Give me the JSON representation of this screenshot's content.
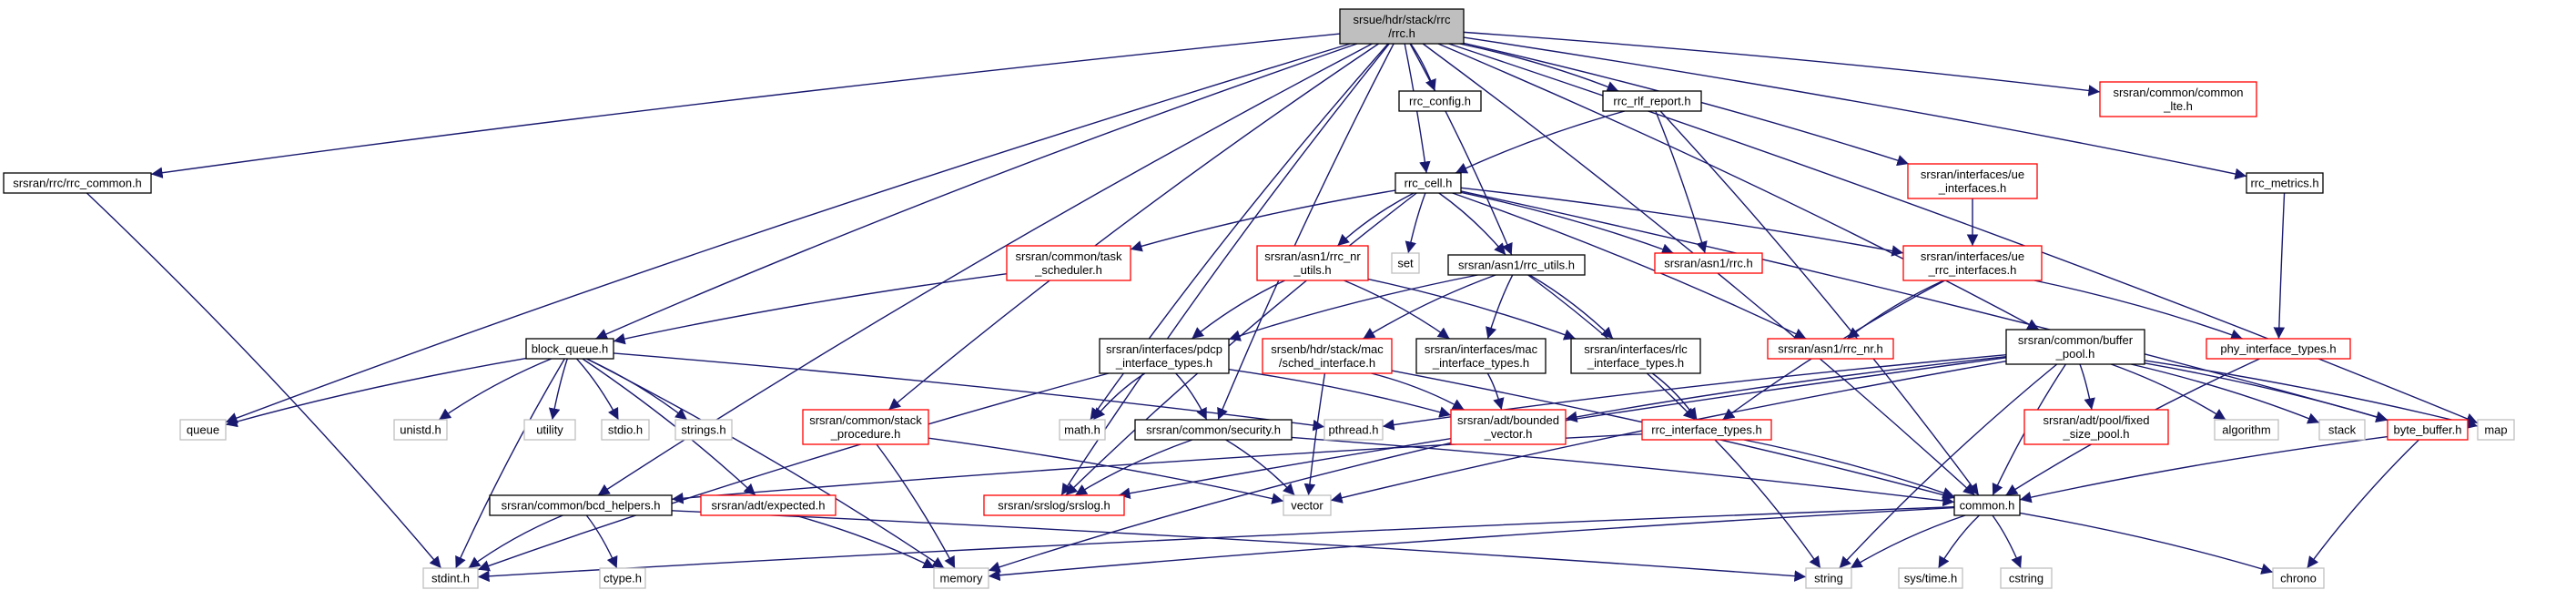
{
  "colors": {
    "edge": "#191970",
    "node_border_default": "#000000",
    "node_border_red": "#ff0000",
    "node_border_system": "#bfbfbf",
    "root_fill": "#bfbfbf",
    "node_fill": "#ffffff"
  },
  "nodes": {
    "root": {
      "label": [
        "srsue/hdr/stack/rrc",
        "/rrc.h"
      ],
      "style": "root"
    },
    "rrc_common": {
      "label": [
        "srsran/rrc/rrc_common.h"
      ],
      "style": "default"
    },
    "rrc_config": {
      "label": [
        "rrc_config.h"
      ],
      "style": "default"
    },
    "rrc_rlf_report": {
      "label": [
        "rrc_rlf_report.h"
      ],
      "style": "default"
    },
    "common_lte": {
      "label": [
        "srsran/common/common",
        "_lte.h"
      ],
      "style": "red"
    },
    "rrc_metrics": {
      "label": [
        "rrc_metrics.h"
      ],
      "style": "default"
    },
    "rrc_cell": {
      "label": [
        "rrc_cell.h"
      ],
      "style": "default"
    },
    "ue_interfaces": {
      "label": [
        "srsran/interfaces/ue",
        "_interfaces.h"
      ],
      "style": "red"
    },
    "task_scheduler": {
      "label": [
        "srsran/common/task",
        "_scheduler.h"
      ],
      "style": "red"
    },
    "rrc_nr_utils": {
      "label": [
        "srsran/asn1/rrc_nr",
        "_utils.h"
      ],
      "style": "red"
    },
    "set": {
      "label": [
        "set"
      ],
      "style": "system"
    },
    "rrc_utils": {
      "label": [
        "srsran/asn1/rrc_utils.h"
      ],
      "style": "default"
    },
    "asn1_rrc": {
      "label": [
        "srsran/asn1/rrc.h"
      ],
      "style": "red"
    },
    "ue_rrc_interfaces": {
      "label": [
        "srsran/interfaces/ue",
        "_rrc_interfaces.h"
      ],
      "style": "red"
    },
    "block_queue": {
      "label": [
        "block_queue.h"
      ],
      "style": "default"
    },
    "pdcp_interface_types": {
      "label": [
        "srsran/interfaces/pdcp",
        "_interface_types.h"
      ],
      "style": "default"
    },
    "sched_interface": {
      "label": [
        "srsenb/hdr/stack/mac",
        "/sched_interface.h"
      ],
      "style": "red"
    },
    "mac_interface_types": {
      "label": [
        "srsran/interfaces/mac",
        "_interface_types.h"
      ],
      "style": "default"
    },
    "rlc_interface_types": {
      "label": [
        "srsran/interfaces/rlc",
        "_interface_types.h"
      ],
      "style": "default"
    },
    "asn1_rrc_nr": {
      "label": [
        "srsran/asn1/rrc_nr.h"
      ],
      "style": "red"
    },
    "buffer_pool": {
      "label": [
        "srsran/common/buffer",
        "_pool.h"
      ],
      "style": "default"
    },
    "phy_interface_types": {
      "label": [
        "phy_interface_types.h"
      ],
      "style": "red"
    },
    "queue": {
      "label": [
        "queue"
      ],
      "style": "system"
    },
    "unistd": {
      "label": [
        "unistd.h"
      ],
      "style": "system"
    },
    "utility": {
      "label": [
        "utility"
      ],
      "style": "system"
    },
    "stdio": {
      "label": [
        "stdio.h"
      ],
      "style": "system"
    },
    "strings": {
      "label": [
        "strings.h"
      ],
      "style": "system"
    },
    "stack_procedure": {
      "label": [
        "srsran/common/stack",
        "_procedure.h"
      ],
      "style": "red"
    },
    "math": {
      "label": [
        "math.h"
      ],
      "style": "system"
    },
    "security": {
      "label": [
        "srsran/common/security.h"
      ],
      "style": "default"
    },
    "pthread": {
      "label": [
        "pthread.h"
      ],
      "style": "system"
    },
    "bounded_vector": {
      "label": [
        "srsran/adt/bounded",
        "_vector.h"
      ],
      "style": "red"
    },
    "rrc_interface_types": {
      "label": [
        "rrc_interface_types.h"
      ],
      "style": "red"
    },
    "fixed_size_pool": {
      "label": [
        "srsran/adt/pool/fixed",
        "_size_pool.h"
      ],
      "style": "red"
    },
    "algorithm": {
      "label": [
        "algorithm"
      ],
      "style": "system"
    },
    "stack": {
      "label": [
        "stack"
      ],
      "style": "system"
    },
    "byte_buffer": {
      "label": [
        "byte_buffer.h"
      ],
      "style": "red"
    },
    "map": {
      "label": [
        "map"
      ],
      "style": "system"
    },
    "bcd_helpers": {
      "label": [
        "srsran/common/bcd_helpers.h"
      ],
      "style": "default"
    },
    "expected": {
      "label": [
        "srsran/adt/expected.h"
      ],
      "style": "red"
    },
    "srslog": {
      "label": [
        "srsran/srslog/srslog.h"
      ],
      "style": "red"
    },
    "vector": {
      "label": [
        "vector"
      ],
      "style": "system"
    },
    "common": {
      "label": [
        "common.h"
      ],
      "style": "default"
    },
    "stdint": {
      "label": [
        "stdint.h"
      ],
      "style": "system"
    },
    "ctype": {
      "label": [
        "ctype.h"
      ],
      "style": "system"
    },
    "memory": {
      "label": [
        "memory"
      ],
      "style": "system"
    },
    "string": {
      "label": [
        "string"
      ],
      "style": "system"
    },
    "sys_time": {
      "label": [
        "sys/time.h"
      ],
      "style": "system"
    },
    "cstring": {
      "label": [
        "cstring"
      ],
      "style": "system"
    },
    "chrono": {
      "label": [
        "chrono"
      ],
      "style": "system"
    }
  },
  "edges": [
    [
      "root",
      "rrc_common"
    ],
    [
      "root",
      "rrc_config"
    ],
    [
      "root",
      "rrc_rlf_report"
    ],
    [
      "root",
      "common_lte"
    ],
    [
      "root",
      "rrc_metrics"
    ],
    [
      "root",
      "rrc_cell"
    ],
    [
      "root",
      "ue_interfaces"
    ],
    [
      "root",
      "rrc_utils"
    ],
    [
      "root",
      "block_queue"
    ],
    [
      "root",
      "queue"
    ],
    [
      "root",
      "math"
    ],
    [
      "root",
      "srslog"
    ],
    [
      "root",
      "stack_procedure"
    ],
    [
      "root",
      "security"
    ],
    [
      "root",
      "bcd_helpers"
    ],
    [
      "root",
      "buffer_pool"
    ],
    [
      "root",
      "map"
    ],
    [
      "root",
      "common"
    ],
    [
      "rrc_common",
      "stdint"
    ],
    [
      "rrc_rlf_report",
      "rrc_cell"
    ],
    [
      "rrc_rlf_report",
      "asn1_rrc"
    ],
    [
      "rrc_rlf_report",
      "common"
    ],
    [
      "rrc_metrics",
      "phy_interface_types"
    ],
    [
      "ue_interfaces",
      "ue_rrc_interfaces"
    ],
    [
      "rrc_cell",
      "task_scheduler"
    ],
    [
      "rrc_cell",
      "rrc_nr_utils"
    ],
    [
      "rrc_cell",
      "set"
    ],
    [
      "rrc_cell",
      "rrc_utils"
    ],
    [
      "rrc_cell",
      "asn1_rrc"
    ],
    [
      "rrc_cell",
      "ue_rrc_interfaces"
    ],
    [
      "rrc_cell",
      "asn1_rrc_nr"
    ],
    [
      "rrc_cell",
      "srslog"
    ],
    [
      "rrc_cell",
      "byte_buffer"
    ],
    [
      "task_scheduler",
      "block_queue"
    ],
    [
      "rrc_nr_utils",
      "pdcp_interface_types"
    ],
    [
      "rrc_nr_utils",
      "mac_interface_types"
    ],
    [
      "rrc_nr_utils",
      "rlc_interface_types"
    ],
    [
      "rrc_utils",
      "pdcp_interface_types"
    ],
    [
      "rrc_utils",
      "sched_interface"
    ],
    [
      "rrc_utils",
      "mac_interface_types"
    ],
    [
      "rrc_utils",
      "rlc_interface_types"
    ],
    [
      "rrc_utils",
      "rrc_interface_types"
    ],
    [
      "ue_rrc_interfaces",
      "asn1_rrc_nr"
    ],
    [
      "ue_rrc_interfaces",
      "phy_interface_types"
    ],
    [
      "ue_rrc_interfaces",
      "rrc_interface_types"
    ],
    [
      "block_queue",
      "queue"
    ],
    [
      "block_queue",
      "unistd"
    ],
    [
      "block_queue",
      "utility"
    ],
    [
      "block_queue",
      "stdio"
    ],
    [
      "block_queue",
      "strings"
    ],
    [
      "block_queue",
      "pthread"
    ],
    [
      "block_queue",
      "memory"
    ],
    [
      "block_queue",
      "stdint"
    ],
    [
      "block_queue",
      "expected"
    ],
    [
      "pdcp_interface_types",
      "math"
    ],
    [
      "pdcp_interface_types",
      "security"
    ],
    [
      "pdcp_interface_types",
      "bounded_vector"
    ],
    [
      "pdcp_interface_types",
      "stdint"
    ],
    [
      "sched_interface",
      "bounded_vector"
    ],
    [
      "sched_interface",
      "vector"
    ],
    [
      "sched_interface",
      "common"
    ],
    [
      "mac_interface_types",
      "bounded_vector"
    ],
    [
      "rlc_interface_types",
      "rrc_interface_types"
    ],
    [
      "buffer_pool",
      "pthread"
    ],
    [
      "buffer_pool",
      "fixed_size_pool"
    ],
    [
      "buffer_pool",
      "algorithm"
    ],
    [
      "buffer_pool",
      "stack"
    ],
    [
      "buffer_pool",
      "map"
    ],
    [
      "buffer_pool",
      "byte_buffer"
    ],
    [
      "buffer_pool",
      "common"
    ],
    [
      "buffer_pool",
      "srslog"
    ],
    [
      "buffer_pool",
      "vector"
    ],
    [
      "buffer_pool",
      "string"
    ],
    [
      "buffer_pool",
      "bounded_vector"
    ],
    [
      "phy_interface_types",
      "common"
    ],
    [
      "stack_procedure",
      "memory"
    ],
    [
      "stack_procedure",
      "vector"
    ],
    [
      "security",
      "srslog"
    ],
    [
      "security",
      "vector"
    ],
    [
      "security",
      "common"
    ],
    [
      "bounded_vector",
      "memory"
    ],
    [
      "rrc_interface_types",
      "bcd_helpers"
    ],
    [
      "rrc_interface_types",
      "common"
    ],
    [
      "rrc_interface_types",
      "string"
    ],
    [
      "byte_buffer",
      "common"
    ],
    [
      "byte_buffer",
      "chrono"
    ],
    [
      "bcd_helpers",
      "stdint"
    ],
    [
      "bcd_helpers",
      "ctype"
    ],
    [
      "bcd_helpers",
      "string"
    ],
    [
      "expected",
      "memory"
    ],
    [
      "common",
      "chrono"
    ],
    [
      "common",
      "stdint"
    ],
    [
      "common",
      "memory"
    ],
    [
      "common",
      "string"
    ],
    [
      "common",
      "sys_time"
    ],
    [
      "common",
      "cstring"
    ]
  ]
}
